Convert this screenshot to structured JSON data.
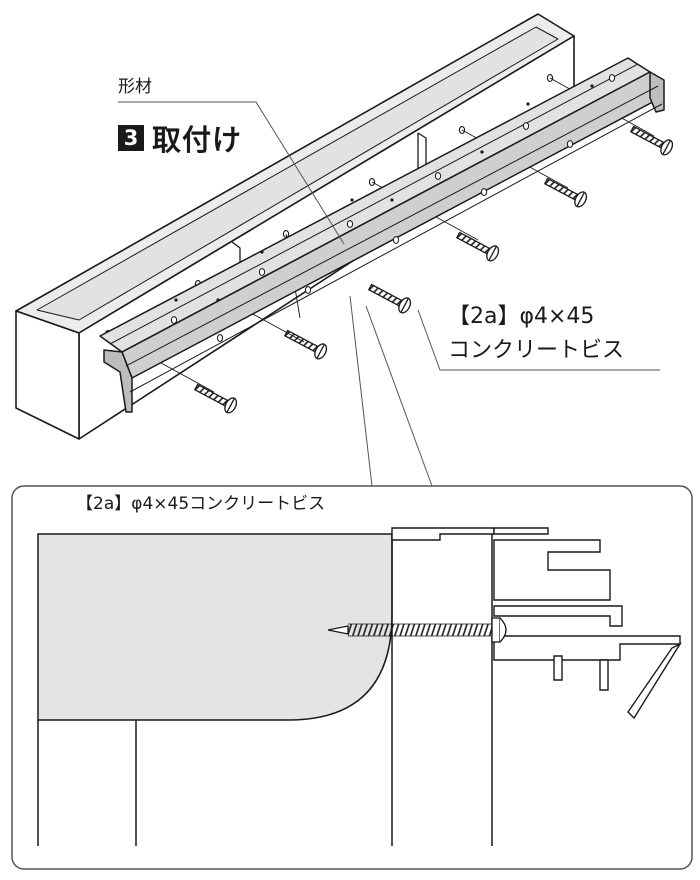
{
  "labels": {
    "profile": "形材",
    "step_number": "3",
    "step_title": "取付け",
    "screw_top_line1": "【2a】φ4×45",
    "screw_top_line2": "コンクリートビス",
    "screw_detail": "【2a】φ4×45コンクリートビス"
  },
  "colors": {
    "line": "#1a1a1a",
    "concrete_face": "#e6e6e6",
    "rail": "#d9d9d9",
    "rail_dark": "#a8a8a8",
    "detail_fill": "#e4e4e4"
  }
}
